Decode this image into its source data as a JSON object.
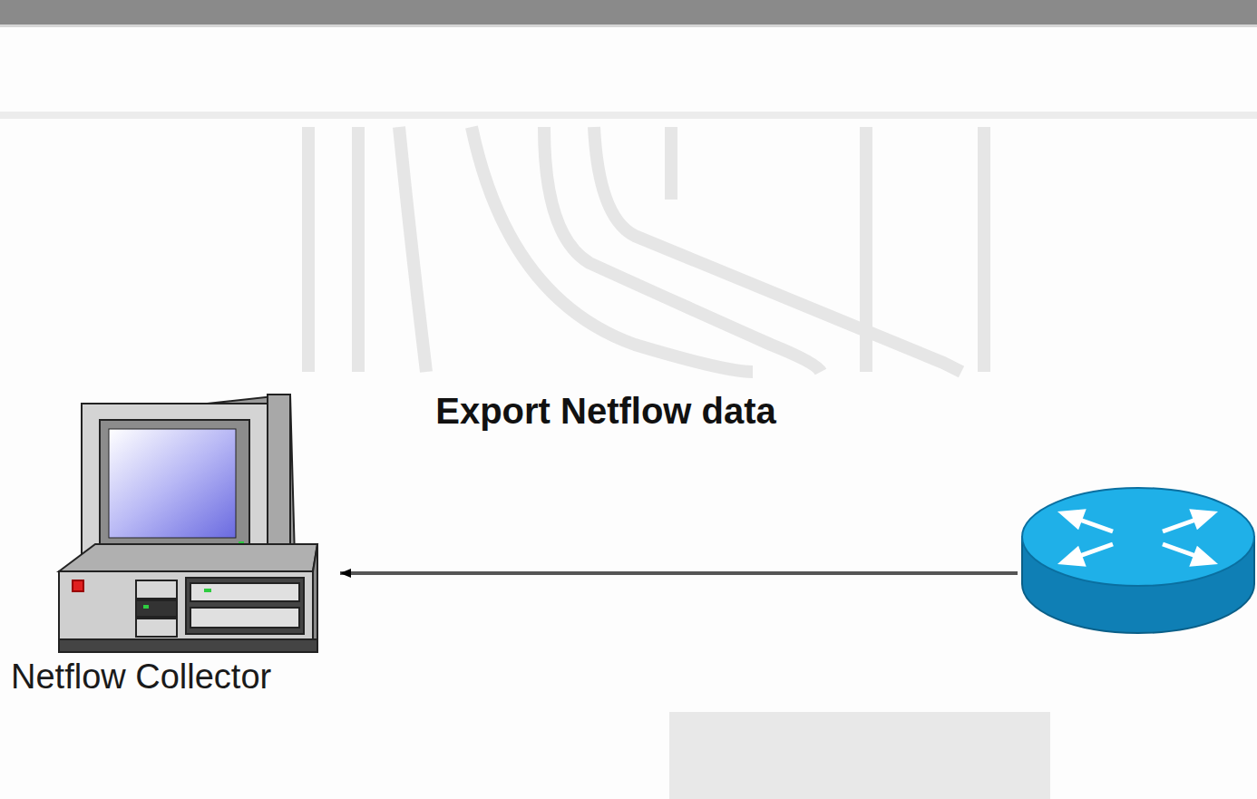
{
  "diagram": {
    "nodes": [
      {
        "text": [
          "Netflow Collector"
        ]
      },
      {
        "text": []
      }
    ],
    "edges": [
      {
        "from": 1,
        "to": 0,
        "arrow": "to",
        "label": "Export Netflow data"
      }
    ]
  }
}
